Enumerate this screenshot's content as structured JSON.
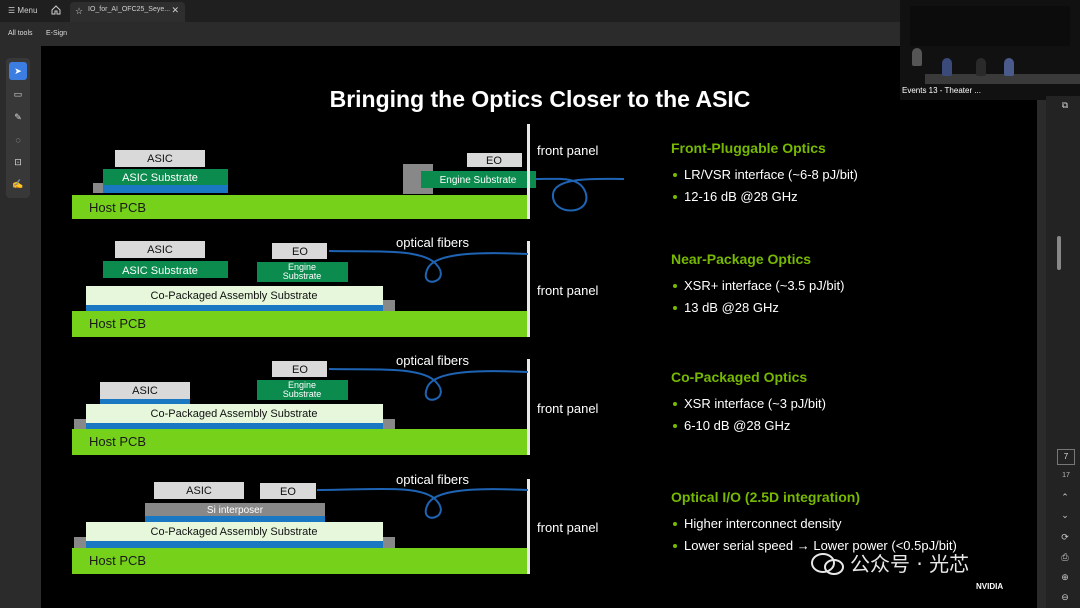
{
  "browser": {
    "menu_label": "Menu",
    "tab_title": "IO_for_AI_OFC25_Seye...",
    "toolbar_all_tools": "All tools",
    "toolbar_esign": "E-Sign"
  },
  "video_overlay": {
    "label": "Events 13 - Theater ..."
  },
  "page_nav": {
    "current_page": "7",
    "total_pages": "17"
  },
  "slide": {
    "title": "Bringing the Optics Closer to the ASIC",
    "front_panel": "front panel",
    "optical_fibers": "optical fibers",
    "host_pcb": "Host PCB",
    "asic": "ASIC",
    "asic_substrate": "ASIC Substrate",
    "eo": "EO",
    "engine_substrate": "Engine Substrate",
    "engine": "Engine",
    "substrate": "Substrate",
    "cpa_substrate": "Co-Packaged Assembly Substrate",
    "si_interposer": "Si interposer",
    "sections": [
      {
        "heading": "Front-Pluggable Optics",
        "bullets": [
          "LR/VSR interface (~6-8 pJ/bit)",
          "12-16 dB @28 GHz"
        ]
      },
      {
        "heading": "Near-Package Optics",
        "bullets": [
          "XSR+ interface (~3.5 pJ/bit)",
          "13 dB @28 GHz"
        ]
      },
      {
        "heading": "Co-Packaged Optics",
        "bullets": [
          "XSR interface (~3 pJ/bit)",
          "6-10 dB @28 GHz"
        ]
      },
      {
        "heading": "Optical I/O (2.5D integration)",
        "bullets": [
          "Higher interconnect density",
          "Lower serial speed → Lower power (<0.5pJ/bit)"
        ]
      }
    ],
    "logo": "NVIDIA"
  },
  "watermark": {
    "text": "公众号 · 光芯"
  },
  "colors": {
    "heading_green": "#76b900",
    "pcb_green": "#76d11b",
    "substrate_green": "#0b8b4e",
    "fiber_blue": "#1f64b4",
    "slide_bg": "#000000"
  }
}
